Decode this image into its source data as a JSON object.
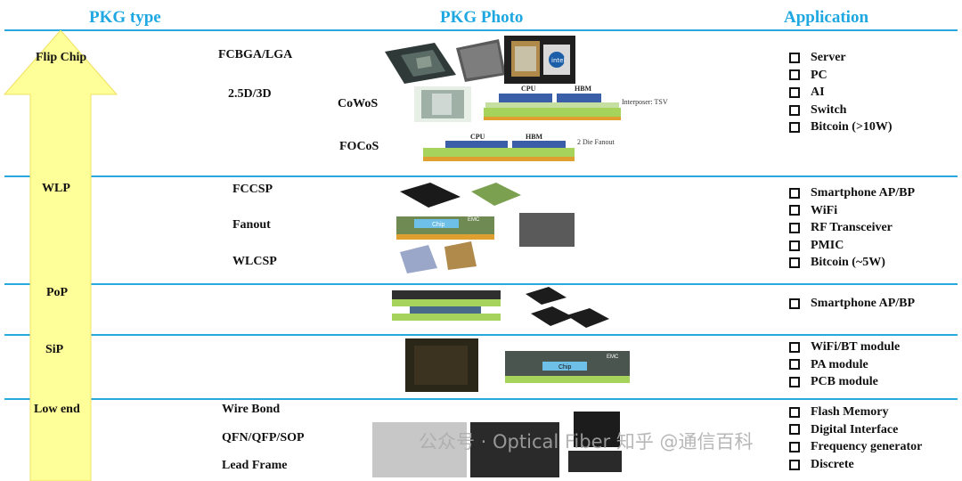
{
  "headers": {
    "type": "PKG type",
    "photo": "PKG Photo",
    "application": "Application"
  },
  "rows": {
    "flip_chip": {
      "label": "Flip Chip",
      "sub": [
        "FCBGA/LGA",
        "2.5D/3D"
      ],
      "photo_labels": {
        "cowos": "CoWoS",
        "focos": "FOCoS",
        "cpu": "CPU",
        "hbm": "HBM",
        "interposer": "Interposer: TSV",
        "fanout": "2 Die Fanout",
        "intel": "intel"
      },
      "apps": [
        "Server",
        "PC",
        "AI",
        "Switch",
        "Bitcoin (>10W)"
      ]
    },
    "wlp": {
      "label": "WLP",
      "sub": [
        "FCCSP",
        "Fanout",
        "WLCSP"
      ],
      "photo_labels": {
        "chip": "Chip",
        "emc": "EMC"
      },
      "apps": [
        "Smartphone AP/BP",
        "WiFi",
        "RF Transceiver",
        "PMIC",
        "Bitcoin (~5W)"
      ]
    },
    "pop": {
      "label": "PoP",
      "apps": [
        "Smartphone AP/BP"
      ]
    },
    "sip": {
      "label": "SiP",
      "photo_labels": {
        "chip": "Chip",
        "emc": "EMC"
      },
      "apps": [
        "WiFi/BT module",
        "PA module",
        "PCB module"
      ]
    },
    "low_end": {
      "label": "Low end",
      "sub": [
        "Wire Bond",
        "QFN/QFP/SOP",
        "Lead Frame"
      ],
      "apps": [
        "Flash Memory",
        "Digital Interface",
        "Frequency generator",
        "Discrete"
      ]
    }
  },
  "watermark": "公众号 · Optical Fiber 知乎 @通信百科",
  "colors": {
    "header": "#1ea7e0",
    "divider": "#29a8df",
    "arrow": "#ffff99",
    "arrow_edge": "#f0e060"
  }
}
